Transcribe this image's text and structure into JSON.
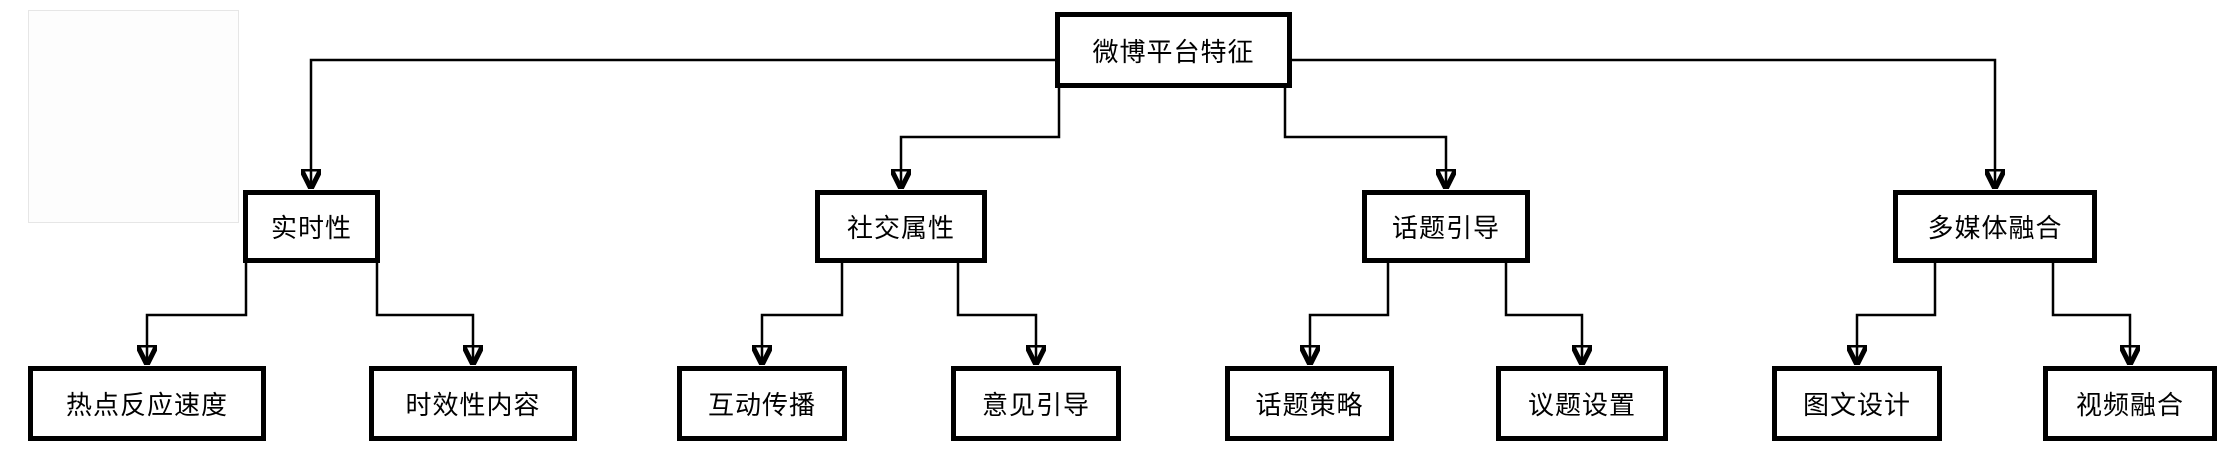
{
  "diagram": {
    "type": "tree",
    "orientation": "top-down",
    "colors": {
      "background": "#ffffff",
      "line": "#000000",
      "box_border": "#000000",
      "box_fill": "#ffffff",
      "text": "#000000",
      "ghost_artifact_border": "#e6e6e6"
    },
    "root": {
      "label": "微博平台特征"
    },
    "branches": [
      {
        "label": "实时性",
        "children": [
          {
            "label": "热点反应速度"
          },
          {
            "label": "时效性内容"
          }
        ]
      },
      {
        "label": "社交属性",
        "children": [
          {
            "label": "互动传播"
          },
          {
            "label": "意见引导"
          }
        ]
      },
      {
        "label": "话题引导",
        "children": [
          {
            "label": "话题策略"
          },
          {
            "label": "议题设置"
          }
        ]
      },
      {
        "label": "多媒体融合",
        "children": [
          {
            "label": "图文设计"
          },
          {
            "label": "视频融合"
          }
        ]
      }
    ]
  }
}
